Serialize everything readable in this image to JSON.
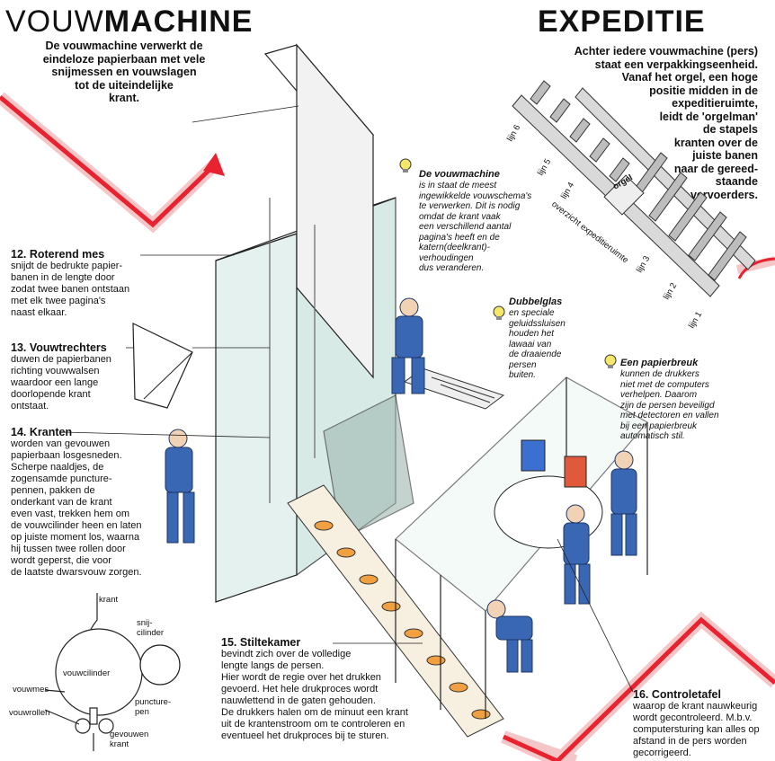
{
  "title_left": {
    "light": "VOUW",
    "bold": "MACHINE"
  },
  "title_right": "EXPEDITIE",
  "intro_left": [
    "De vouwmachine verwerkt de",
    "eindeloze papierbaan met vele",
    "snijmessen en vouwslagen",
    "tot de uiteindelijke",
    "krant."
  ],
  "intro_right": [
    "Achter iedere vouwmachine (pers)",
    "staat een verpakkingseenheid.",
    "Vanaf het orgel, een hoge",
    "positie midden in de",
    "expeditieruimte,",
    "leidt de 'orgelman'",
    "de stapels",
    "kranten over de",
    "juiste banen",
    "naar de gereed-",
    "staande",
    "vervoerders."
  ],
  "c12": {
    "title": "12. Roterend mes",
    "lines": [
      "snijdt de bedrukte papier-",
      "banen in de lengte door",
      "zodat twee banen ontstaan",
      "met elk twee pagina's",
      "naast elkaar."
    ]
  },
  "c13": {
    "title": "13. Vouwtrechters",
    "lines": [
      "duwen de papierbanen",
      "richting vouwwalsen",
      "waardoor een lange",
      "doorlopende krant",
      "ontstaat."
    ]
  },
  "c14": {
    "title": "14. Kranten",
    "lines": [
      "worden van gevouwen",
      "papierbaan losgesneden.",
      "Scherpe naaldjes, de",
      "zogensamde puncture-",
      "pennen, pakken de",
      "onderkant van de krant",
      "even vast, trekken hem om",
      "de vouwcilinder heen en laten",
      "op juiste moment los, waarna",
      "hij tussen twee rollen door",
      "wordt geperst, die voor",
      "de laatste dwarsvouw zorgen."
    ]
  },
  "c15": {
    "title": "15. Stiltekamer",
    "lines": [
      "bevindt zich over de volledige",
      "lengte langs de persen.",
      "Hier wordt de regie over het drukken",
      "gevoerd. Het hele drukproces wordt",
      "nauwlettend in de gaten gehouden.",
      "De drukkers halen om de minuut een krant",
      "uit de krantenstroom om te controleren en",
      "eventueel het drukproces bij te sturen."
    ]
  },
  "c16": {
    "title": "16. Controletafel",
    "lines": [
      "waarop de krant nauwkeurig",
      "wordt gecontroleerd. M.b.v.",
      "computersturing kan alles op",
      "afstand in de pers worden",
      "gecorrigeerd."
    ]
  },
  "note_vouwmachine": {
    "title": "De vouwmachine",
    "lines": [
      "is in staat de meest",
      "ingewikkelde vouwschema's",
      "te verwerken. Dit is nodig",
      "omdat de krant vaak",
      "een verschillend aantal",
      "pagina's heeft en de",
      "katern(deelkrant)-",
      "verhoudingen",
      "dus veranderen."
    ]
  },
  "note_dubbelglas": {
    "title": "Dubbelglas",
    "lines": [
      "en speciale",
      "geluidssluisen",
      "houden het",
      "lawaai van",
      "de draaiende",
      "persen",
      "buiten."
    ]
  },
  "note_papierbreuk": {
    "title": "Een papierbreuk",
    "lines": [
      "kunnen de drukkers",
      "niet met de computers",
      "verhelpen. Daarom",
      "zijn de persen beveiligd",
      "met detectoren en vallen",
      "bij een papierbreuk",
      "automatisch stil."
    ]
  },
  "expeditie_labels": {
    "orgel": "orgel",
    "overzicht": "overzicht expeditieruimte",
    "lijn1": "lijn 1",
    "lijn2": "lijn 2",
    "lijn3": "lijn 3",
    "lijn4": "lijn 4",
    "lijn5": "lijn 5",
    "lijn6": "lijn 6"
  },
  "detail_labels": {
    "krant": "krant",
    "snijcilinder": "snij-\ncilinder",
    "vouwcilinder": "vouwcilinder",
    "vouwmes": "vouwmes",
    "puncturepen": "puncture-\npen",
    "vouwrollen": "vouwrollen",
    "gevouwen_krant": "gevouwen\nkrant"
  },
  "colors": {
    "accent_red": "#e8232f",
    "pink_band": "#f5c6c8",
    "machine_green": "#cfe6e0",
    "worker_blue": "#3a67b3",
    "screen_blue": "#3b6fd0",
    "screen_red": "#e0593a"
  }
}
